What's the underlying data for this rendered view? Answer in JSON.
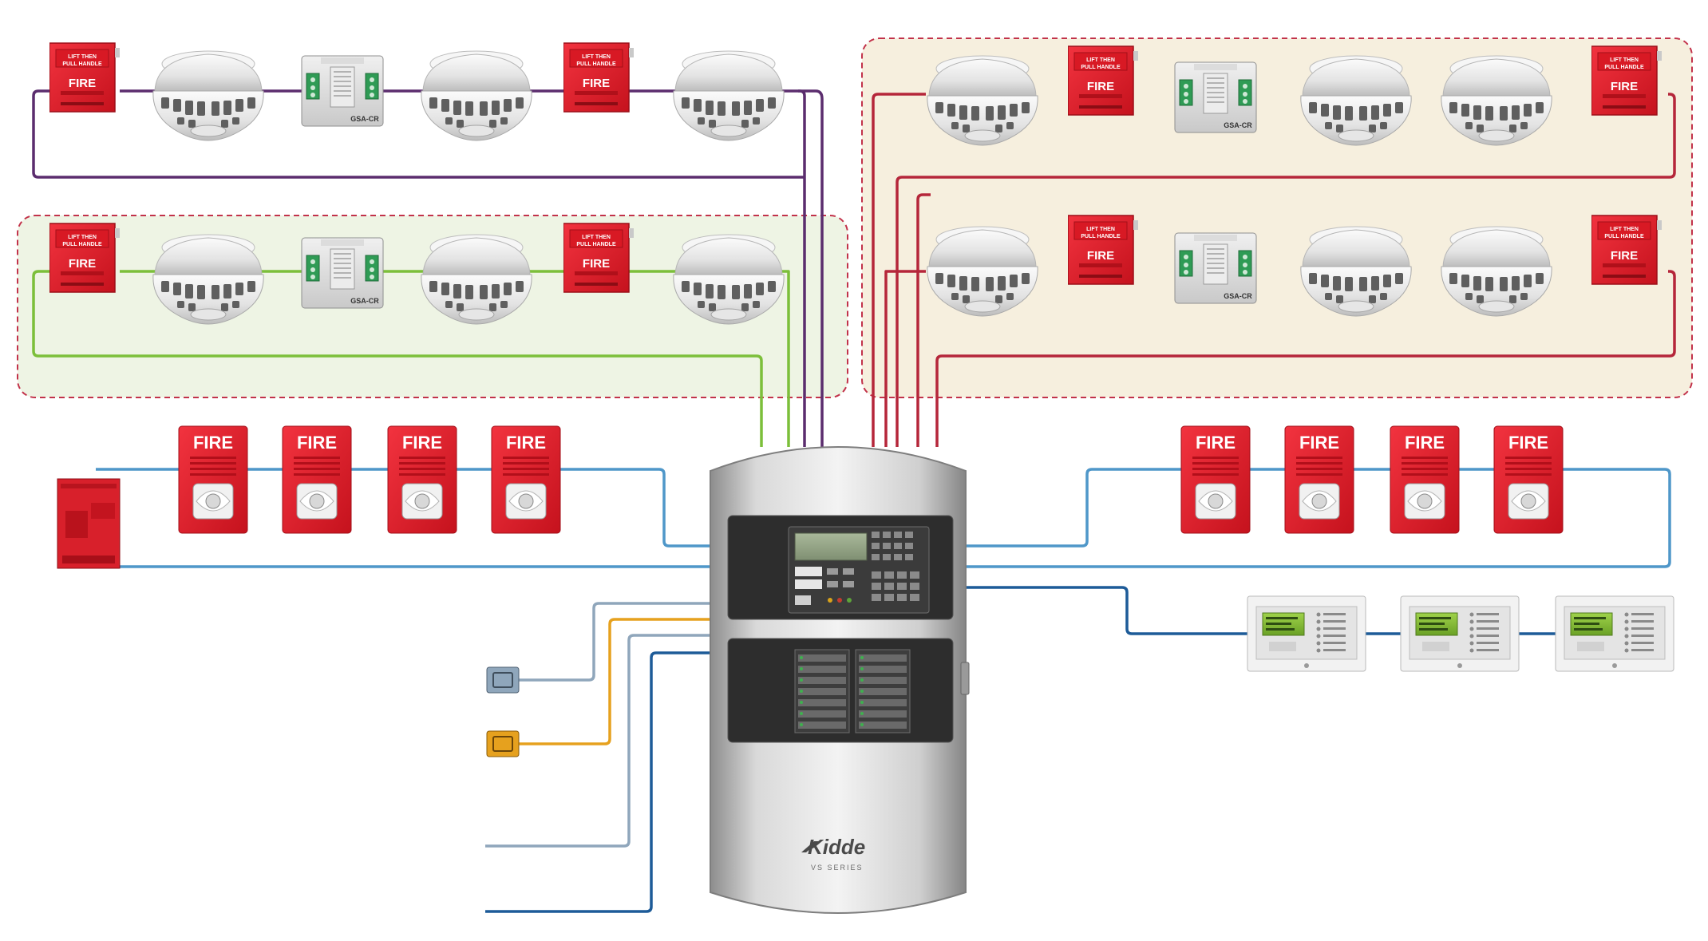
{
  "colors": {
    "upper_loop": "#5b2d6e",
    "lower_loop": "#7cbf3a",
    "right_loop": "#b5263a",
    "nac_loop": "#4f97c9",
    "printer_line": "#8fa6bb",
    "aux_orange": "#e6a11e",
    "bus_dark": "#1d5b98",
    "zone_green": "#eef4e4",
    "zone_beige": "#f6efde",
    "zone_border": "#c2324a",
    "device_red": "#e8202e"
  },
  "labels": {
    "pull_station_top": "LIFT THEN",
    "pull_station_bottom": "PULL HANDLE",
    "pull_station_fire": "FIRE",
    "strobe_fire": "FIRE",
    "module_model": "GSA-CR",
    "panel_brand": "Kidde",
    "panel_series": "VS SERIES"
  },
  "icons": {
    "pull_station": "manual-pull-station-icon",
    "smoke_detector": "smoke-detector-icon",
    "module": "addressable-module-icon",
    "horn_strobe": "horn-strobe-icon",
    "power_supply": "power-supply-icon",
    "annunciator": "remote-annunciator-icon",
    "network_node": "network-interface-icon",
    "panel": "fire-alarm-control-panel-icon"
  }
}
